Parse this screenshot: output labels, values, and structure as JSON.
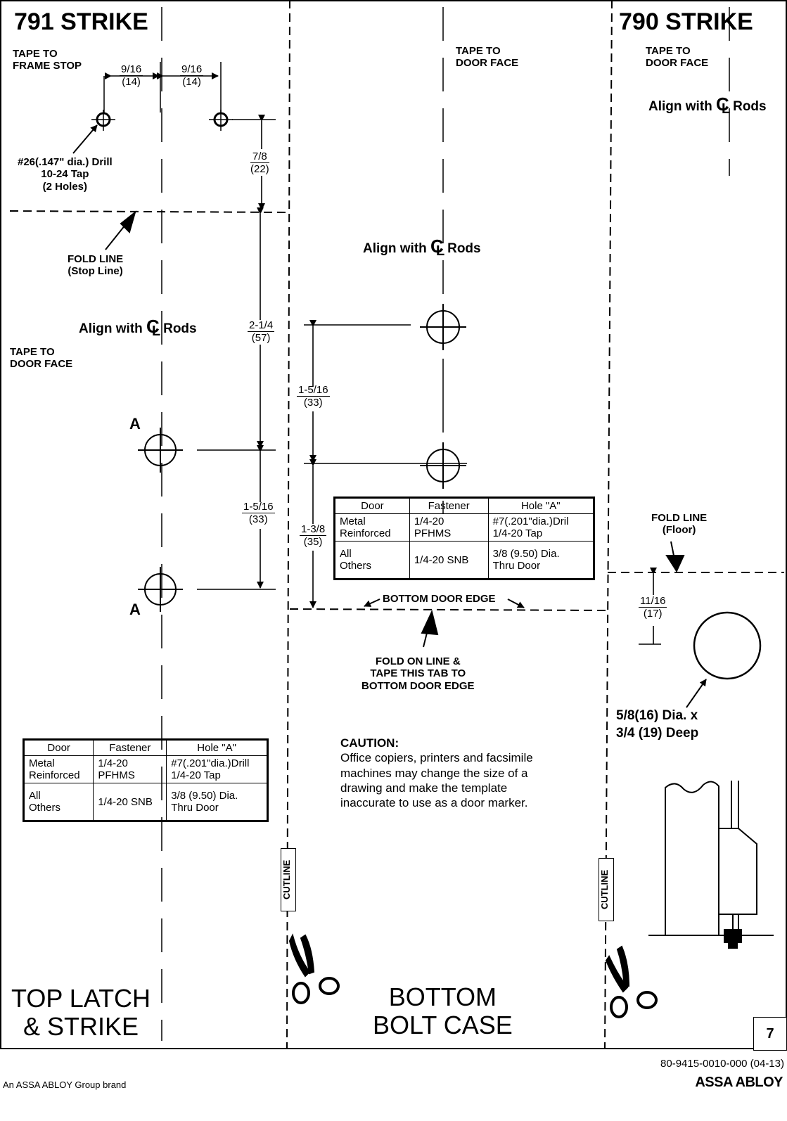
{
  "strike_791": {
    "title": "791 STRIKE",
    "tape_frame_stop": [
      "TAPE TO",
      "FRAME STOP"
    ],
    "dim_left": {
      "frac": "9/16",
      "mm": "(14)"
    },
    "dim_right": {
      "frac": "9/16",
      "mm": "(14)"
    },
    "drill_note": [
      "#26(.147\" dia.) Drill",
      "10-24 Tap",
      "(2 Holes)"
    ],
    "dim_7_8": {
      "frac": "7/8",
      "mm": "(22)"
    },
    "fold_line": [
      "FOLD LINE",
      "(Stop Line)"
    ],
    "align": {
      "prefix": "Align with",
      "c": "C",
      "l": "L",
      "suffix": "Rods"
    },
    "dim_2_1_4": {
      "frac": "2-1/4",
      "mm": "(57)"
    },
    "tape_door_face": [
      "TAPE TO",
      "DOOR FACE"
    ],
    "hole_label_top": "A",
    "hole_label_bottom": "A",
    "dim_1_5_16": {
      "frac": "1-5/16",
      "mm": "(33)"
    },
    "table": {
      "headers": [
        "Door",
        "Fastener",
        "Hole \"A\""
      ],
      "rows": [
        {
          "door": [
            "Metal",
            "Reinforced"
          ],
          "fastener": [
            "1/4-20",
            "PFHMS"
          ],
          "hole": [
            "#7(.201\"dia.)Drill",
            "1/4-20 Tap"
          ]
        },
        {
          "door": [
            "All",
            "Others"
          ],
          "fastener": [
            "1/4-20 SNB"
          ],
          "hole": [
            "3/8 (9.50) Dia.",
            "Thru Door"
          ]
        }
      ]
    },
    "section_title": [
      "TOP LATCH",
      "& STRIKE"
    ]
  },
  "bottom_bolt": {
    "tape_door_face": [
      "TAPE TO",
      "DOOR FACE"
    ],
    "align": {
      "prefix": "Align with",
      "c": "C",
      "l": "L",
      "suffix": "Rods"
    },
    "dim_1_5_16": {
      "frac": "1-5/16",
      "mm": "(33)"
    },
    "dim_1_3_8": {
      "frac": "1-3/8",
      "mm": "(35)"
    },
    "table": {
      "headers": [
        "Door",
        "Fastener",
        "Hole \"A\""
      ],
      "rows": [
        {
          "door": [
            "Metal",
            "Reinforced"
          ],
          "fastener": [
            "1/4-20",
            "PFHMS"
          ],
          "hole": [
            "#7(.201\"dia.)Dril",
            "1/4-20 Tap"
          ]
        },
        {
          "door": [
            "All",
            "Others"
          ],
          "fastener": [
            "1/4-20 SNB"
          ],
          "hole": [
            "3/8 (9.50) Dia.",
            "Thru Door"
          ]
        }
      ]
    },
    "bottom_edge": "BOTTOM DOOR EDGE",
    "fold_tab": [
      "FOLD ON LINE &",
      "TAPE THIS TAB TO",
      "BOTTOM DOOR EDGE"
    ],
    "caution_title": "CAUTION:",
    "caution_lines": [
      "Office copiers, printers and facsimile",
      "machines may change the size of a",
      "drawing and make the template",
      "inaccurate to use as a door marker."
    ],
    "section_title": [
      "BOTTOM",
      "BOLT CASE"
    ]
  },
  "strike_790": {
    "title": "790 STRIKE",
    "tape_door_face": [
      "TAPE TO",
      "DOOR FACE"
    ],
    "align": {
      "prefix": "Align with",
      "c": "C",
      "l": "L",
      "suffix": "Rods"
    },
    "fold_line": [
      "FOLD LINE",
      "(Floor)"
    ],
    "dim_11_16": {
      "frac": "11/16",
      "mm": "(17)"
    },
    "hole_note": [
      "5/8(16) Dia. x",
      "3/4 (19) Deep"
    ]
  },
  "cutline_label": "CUTLINE",
  "page_number": "7",
  "doc_number": "80-9415-0010-000 (04-13)",
  "brand_note": "An ASSA ABLOY Group brand",
  "brand_logo": "ASSA ABLOY"
}
